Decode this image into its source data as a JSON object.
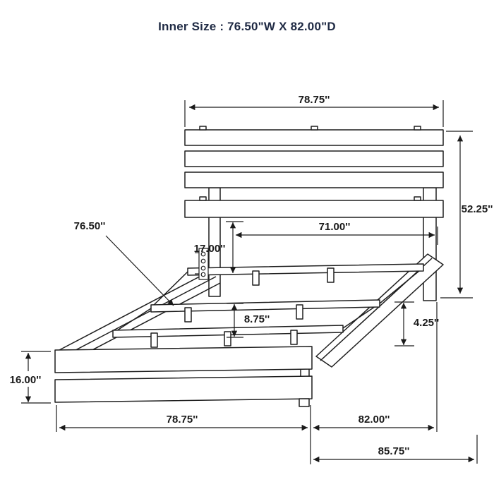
{
  "title": "Inner Size : 76.50\"W X 82.00\"D",
  "labels": {
    "headboard_width": "78.75''",
    "headboard_height": "52.25''",
    "slat_length": "76.50''",
    "inner_width": "71.00''",
    "leg_height": "17.00''",
    "support_height": "8.75''",
    "rail_height": "4.25''",
    "footboard_height": "16.00''",
    "footboard_width": "78.75''",
    "frame_depth": "82.00''",
    "overall_depth": "85.75''"
  },
  "colors": {
    "ink": "#1f1f1f",
    "title_color": "#1f2a44",
    "background": "#ffffff"
  }
}
